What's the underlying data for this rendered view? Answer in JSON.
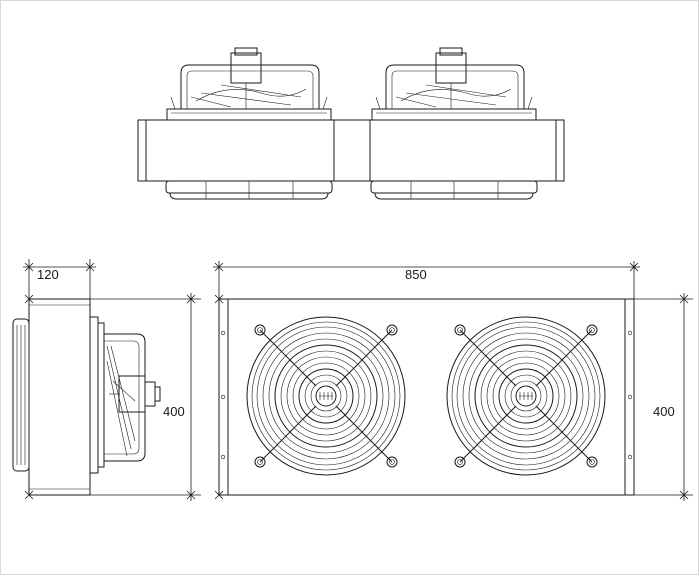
{
  "drawing": {
    "labels": {
      "side_depth": "120",
      "side_height": "400",
      "front_width": "850",
      "front_height": "400"
    },
    "stroke_color": "#1a1a1a",
    "background": "#ffffff"
  }
}
